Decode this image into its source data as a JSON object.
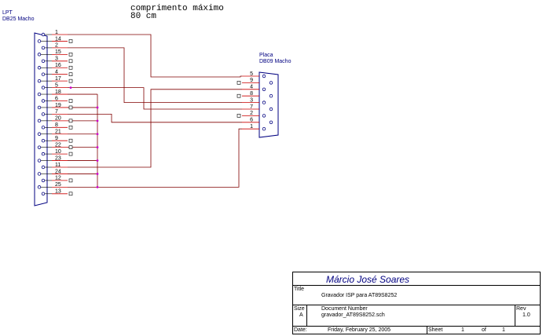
{
  "note": {
    "line1": "comprimento máximo",
    "line2": "80 cm"
  },
  "lpt": {
    "name": "LPT",
    "type": "DB25 Macho",
    "pins": [
      "1",
      "14",
      "2",
      "15",
      "3",
      "16",
      "4",
      "17",
      "5",
      "18",
      "6",
      "19",
      "7",
      "20",
      "8",
      "21",
      "9",
      "22",
      "10",
      "23",
      "11",
      "24",
      "12",
      "25",
      "13"
    ]
  },
  "placa": {
    "name": "Placa",
    "type": "DB09 Macho",
    "pins": [
      "5",
      "9",
      "4",
      "8",
      "3",
      "7",
      "2",
      "6",
      "1"
    ]
  },
  "title_block": {
    "author": "Márcio José Soares",
    "title_label": "Title",
    "title_value": "Gravador ISP para AT89S8252",
    "size_label": "Size",
    "size_value": "A",
    "docnum_label": "Document Number",
    "docnum_value": "gravador_AT89S8252.sch",
    "rev_label": "Rev",
    "rev_value": "1.0",
    "date_label": "Date:",
    "date_value": "Friday, February 25, 2005",
    "sheet_label": "Sheet",
    "sheet_value": "1",
    "of_label": "of",
    "of_value": "1"
  },
  "colors": {
    "wire": "#800000",
    "junction": "#cc00cc",
    "connector": "#000080",
    "label": "#000080",
    "pin_line": "#cc0000"
  }
}
